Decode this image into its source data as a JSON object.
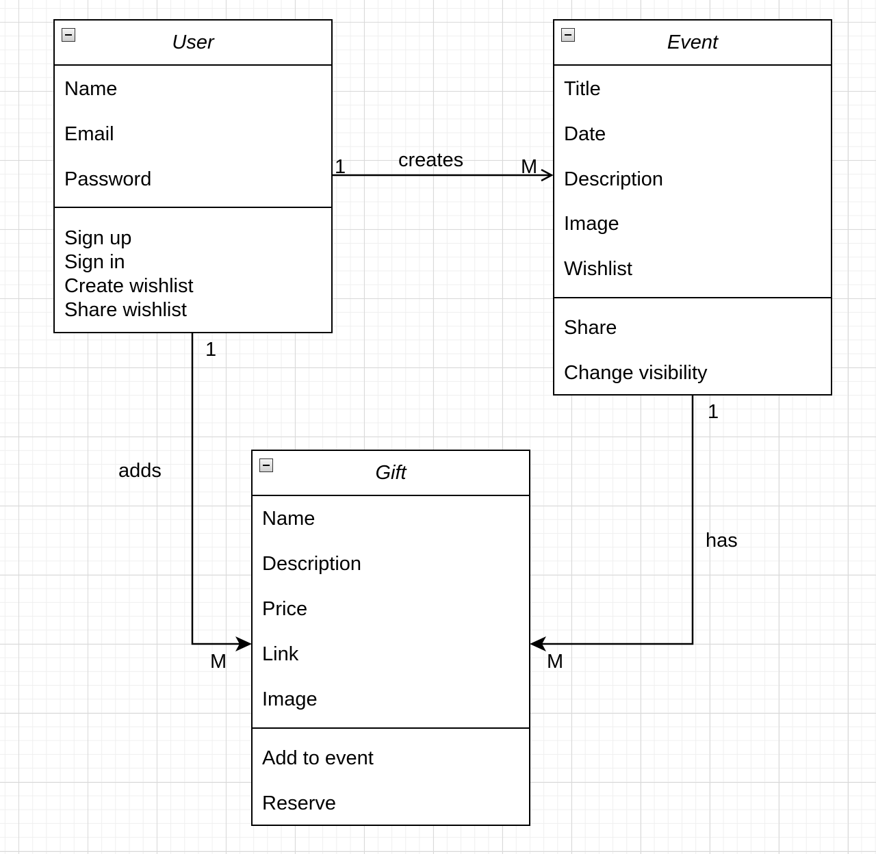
{
  "classes": {
    "user": {
      "title": "User",
      "attributes": [
        "Name",
        "Email",
        "Password"
      ],
      "methods": [
        "Sign up",
        "Sign in",
        "Create wishlist",
        "Share wishlist"
      ]
    },
    "event": {
      "title": "Event",
      "attributes": [
        "Title",
        "Date",
        "Description",
        "Image",
        "Wishlist"
      ],
      "methods": [
        "Share",
        "Change visibility"
      ]
    },
    "gift": {
      "title": "Gift",
      "attributes": [
        "Name",
        "Description",
        "Price",
        "Link",
        "Image"
      ],
      "methods": [
        "Add to event",
        "Reserve"
      ]
    }
  },
  "relations": {
    "creates": {
      "label": "creates",
      "from_multiplicity": "1",
      "to_multiplicity": "M"
    },
    "adds": {
      "label": "adds",
      "from_multiplicity": "1",
      "to_multiplicity": "M"
    },
    "has": {
      "label": "has",
      "from_multiplicity": "1",
      "to_multiplicity": "M"
    }
  },
  "colors": {
    "line": "#000000",
    "background": "#ffffff",
    "grid": "#d9d9d9"
  }
}
